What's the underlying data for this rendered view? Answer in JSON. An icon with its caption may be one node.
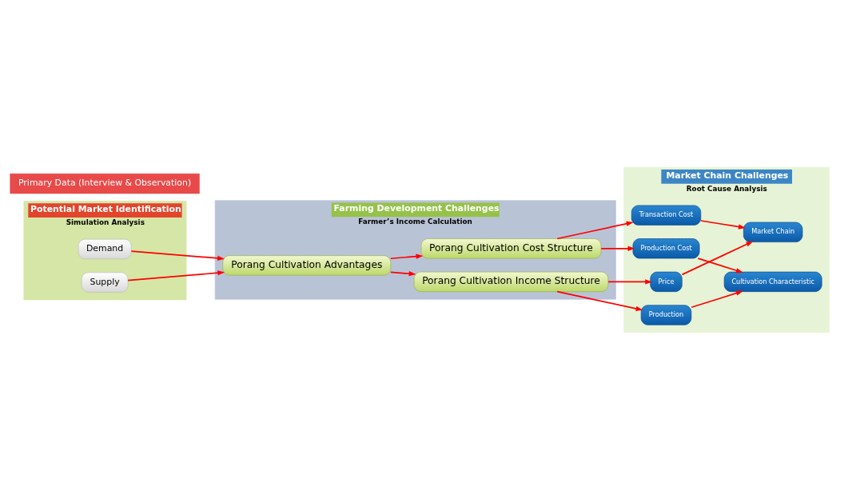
{
  "diagram": {
    "nodes": [
      {
        "text": [
          "Potential Market Identification",
          "Simulation Analysis"
        ]
      },
      {
        "text": [
          "Demand"
        ],
        "in": 0
      },
      {
        "text": [
          "Supply"
        ],
        "in": 0
      },
      {
        "text": [
          "Farming Development Challenges",
          "Farmer’s Income Calculation"
        ]
      },
      {
        "text": [
          "Porang Cultivation Income Structure"
        ],
        "in": 3
      },
      {
        "text": [
          "Porang Cultivation Advantages"
        ],
        "in": 3
      },
      {
        "text": [
          "Porang Cultivation Cost Structure"
        ],
        "in": 3
      },
      {
        "text": [
          "Market Chain Challenges",
          "Root Cause Analysis"
        ]
      },
      {
        "text": [
          "Production"
        ],
        "in": 7
      },
      {
        "text": [
          "Price"
        ],
        "in": 7
      },
      {
        "text": [
          "Market Chain"
        ],
        "in": 7
      },
      {
        "text": [
          "Cultivation Characteristic"
        ],
        "in": 7
      },
      {
        "text": [
          "Transaction Cost"
        ],
        "in": 7
      },
      {
        "text": [
          "Production Cost"
        ],
        "in": 7
      },
      {
        "text": [
          "Primary Data (Interview & Observation)"
        ]
      }
    ],
    "edges": [
      {
        "from": 1,
        "to": 5,
        "arrow": "to"
      },
      {
        "from": 2,
        "to": 5,
        "arrow": "to"
      },
      {
        "from": 5,
        "to": 4,
        "arrow": "to"
      },
      {
        "from": 5,
        "to": 6,
        "arrow": "to"
      },
      {
        "from": 4,
        "to": 8,
        "arrow": "to"
      },
      {
        "from": 4,
        "to": 9,
        "arrow": "to"
      },
      {
        "from": 6,
        "to": 12,
        "arrow": "to"
      },
      {
        "from": 6,
        "to": 13,
        "arrow": "to"
      },
      {
        "from": 9,
        "to": 10,
        "arrow": "to"
      },
      {
        "from": 12,
        "to": 10,
        "arrow": "to"
      },
      {
        "from": 8,
        "to": 11,
        "arrow": "to"
      },
      {
        "from": 13,
        "to": 11,
        "arrow": "to"
      }
    ]
  }
}
